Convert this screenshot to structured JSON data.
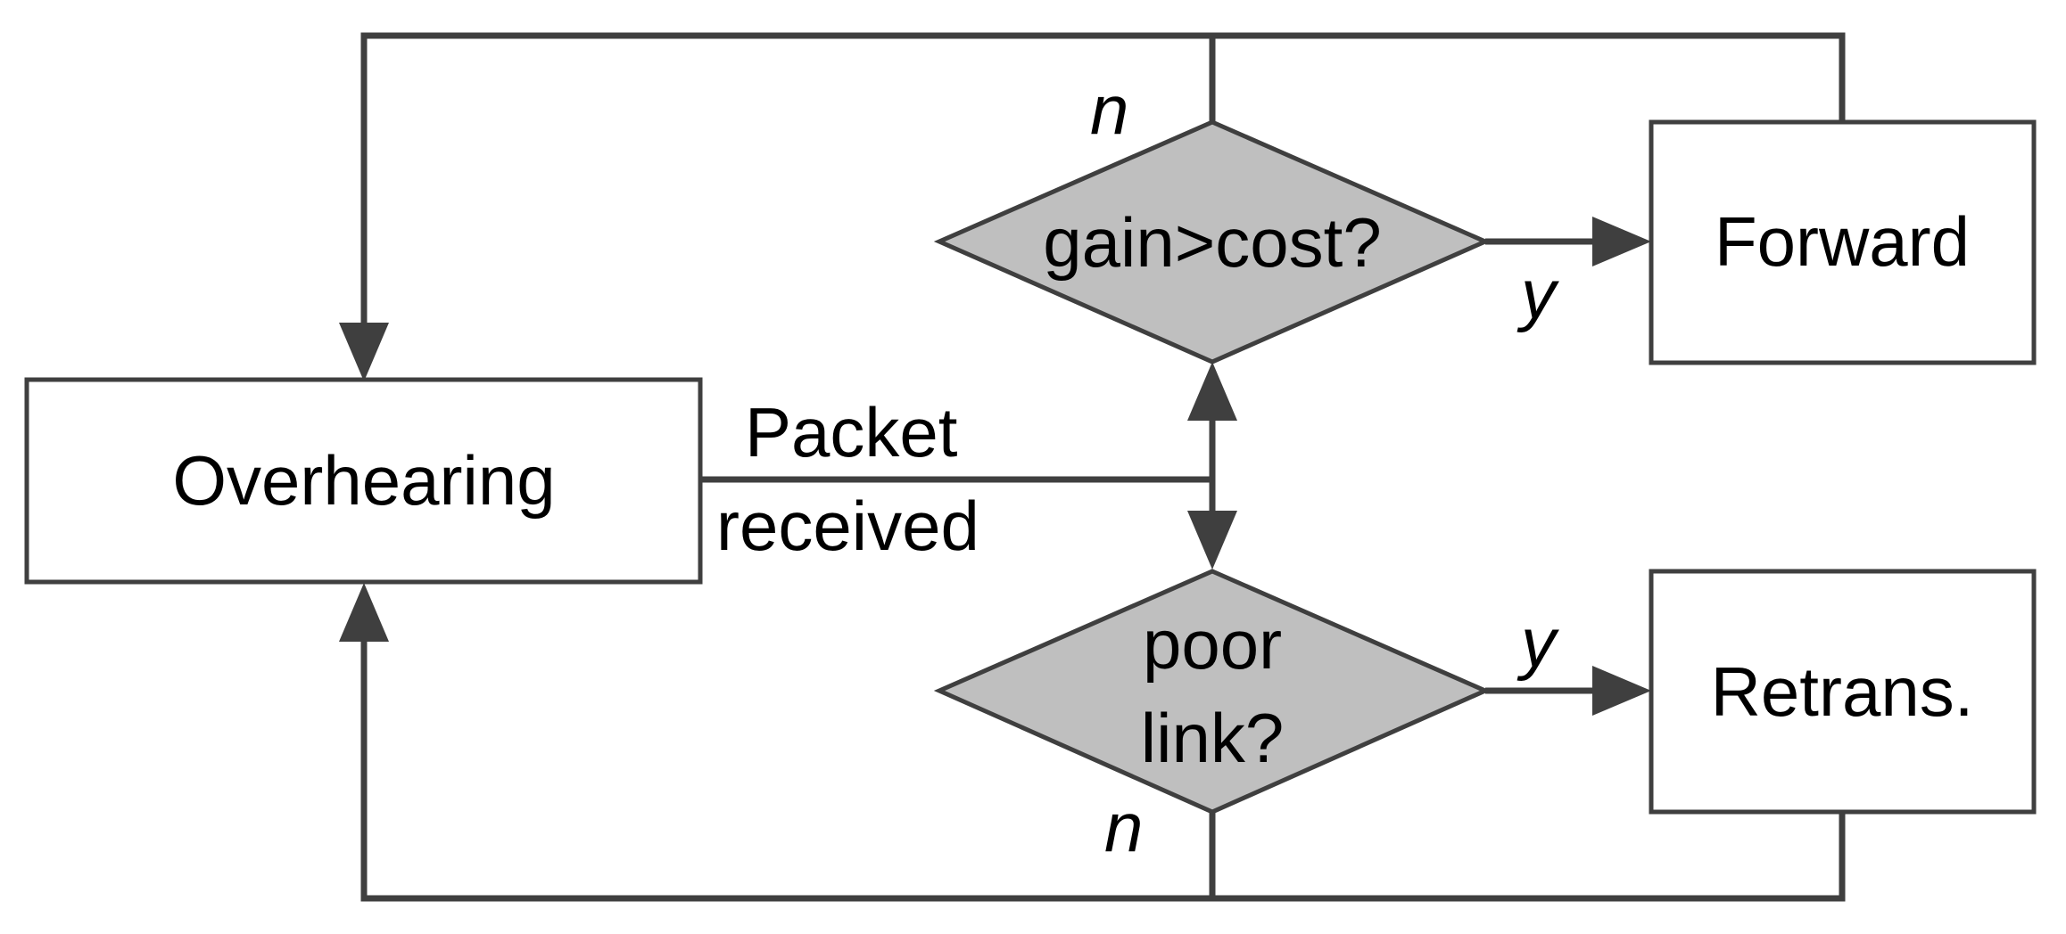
{
  "colors": {
    "stroke": "#3f3f3f",
    "decision_fill": "#bfbfbf",
    "box_fill": "#ffffff",
    "text": "#000000"
  },
  "nodes": {
    "overhearing": "Overhearing",
    "forward": "Forward",
    "retrans": "Retrans.",
    "gain_cost": "gain>cost?",
    "poor_link_line1": "poor",
    "poor_link_line2": "link?"
  },
  "edges": {
    "packet_line1": "Packet",
    "packet_line2": "received",
    "gain_yes": "y",
    "gain_no": "n",
    "poor_yes": "y",
    "poor_no": "n"
  }
}
